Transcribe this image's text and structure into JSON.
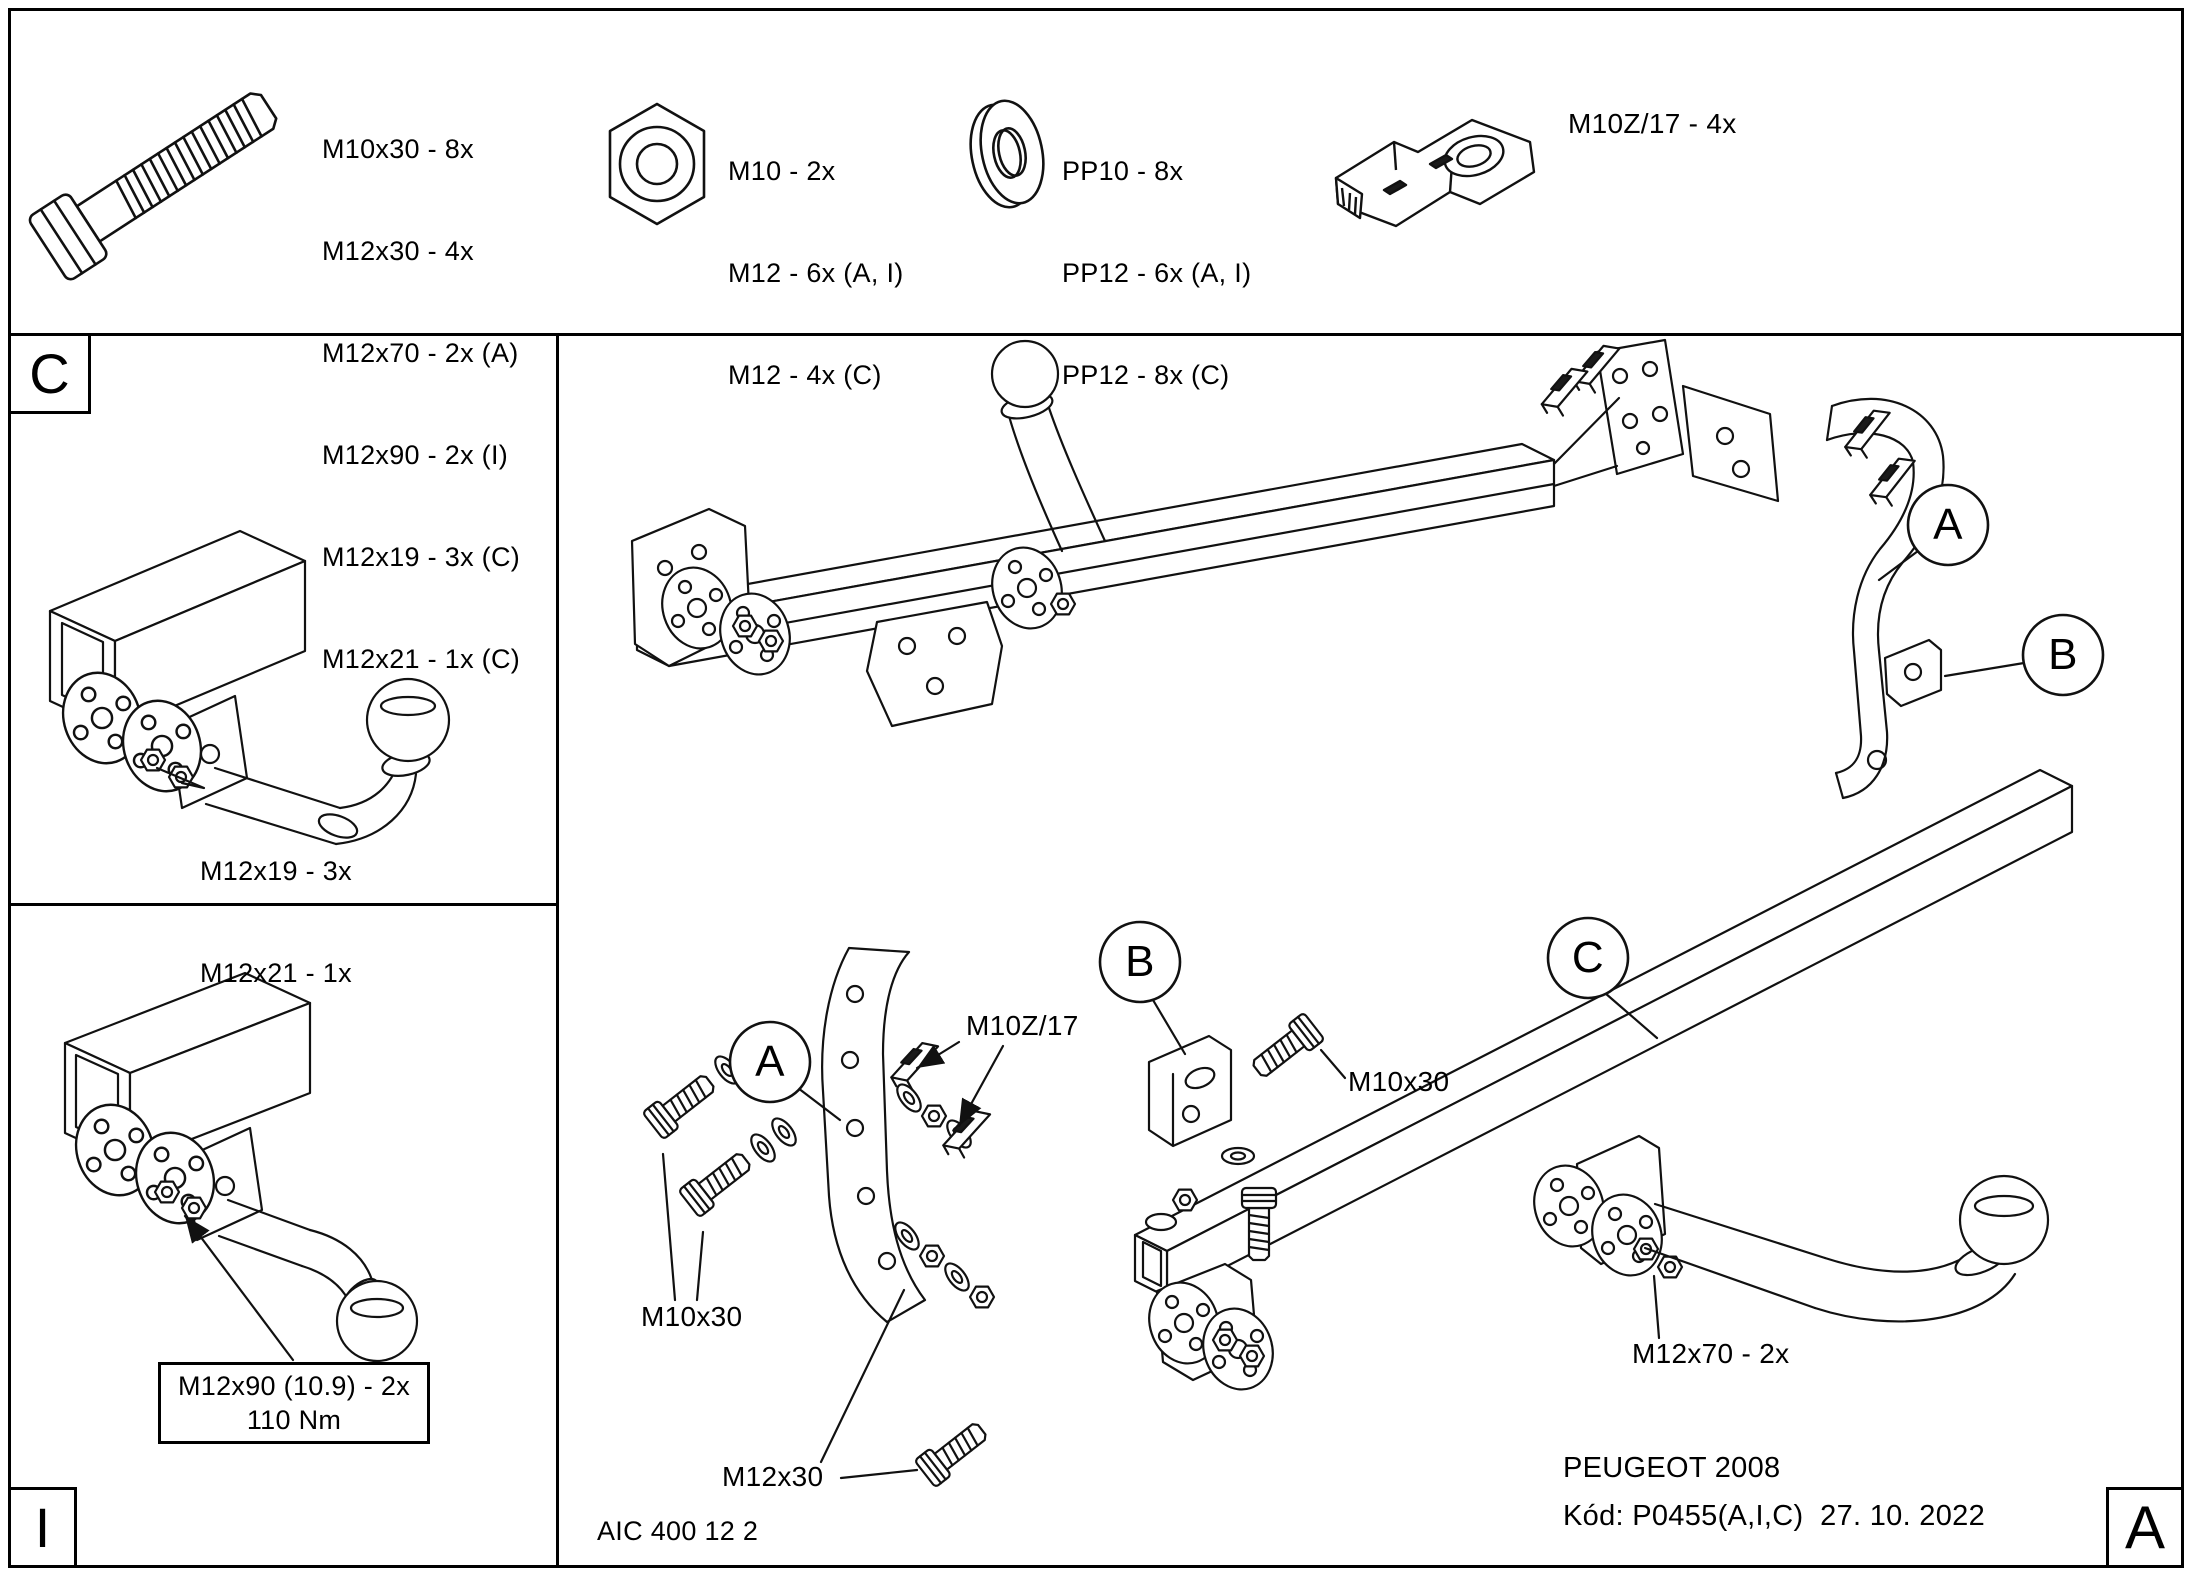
{
  "colors": {
    "ink": "#111111",
    "paper": "#ffffff"
  },
  "legend": {
    "bolt_lines": [
      "M10x30 - 8x",
      "M12x30 - 4x",
      "M12x70 - 2x (A)",
      "M12x90 - 2x (I)",
      "M12x19 - 3x (C)",
      "M12x21 - 1x (C)"
    ],
    "nut_lines": [
      "M10 - 2x",
      "M12 - 6x (A, I)",
      "M12 - 4x (C)"
    ],
    "washer_lines": [
      "PP10 - 8x",
      "PP12 - 6x (A, I)",
      "PP12 - 8x (C)"
    ],
    "clamp_label": "M10Z/17 - 4x",
    "icons": [
      "bolt-icon",
      "nut-icon",
      "washer-icon",
      "clamp-plate-icon"
    ]
  },
  "panel_c": {
    "label": "C",
    "notes": [
      "M12x19 - 3x",
      "M12x21 - 1x"
    ]
  },
  "panel_i": {
    "label": "I",
    "box_notes": [
      "M12x90 (10.9) - 2x",
      "110 Nm"
    ]
  },
  "diagram": {
    "callouts": {
      "a_top": "A",
      "b_top": "B",
      "a_mid": "A",
      "b_mid": "B",
      "c_mid": "C"
    },
    "labels": {
      "m10z17": "M10Z/17",
      "m10x30_right": "M10x30",
      "m10x30_left": "M10x30",
      "m12x30": "M12x30",
      "m12x70": "M12x70 - 2x"
    }
  },
  "footer": {
    "doc_code": "AIC 400 12 2",
    "vehicle": "PEUGEOT 2008",
    "code_line": "Kód: P0455(A,I,C)  27. 10. 2022",
    "sheet_letter": "A"
  }
}
